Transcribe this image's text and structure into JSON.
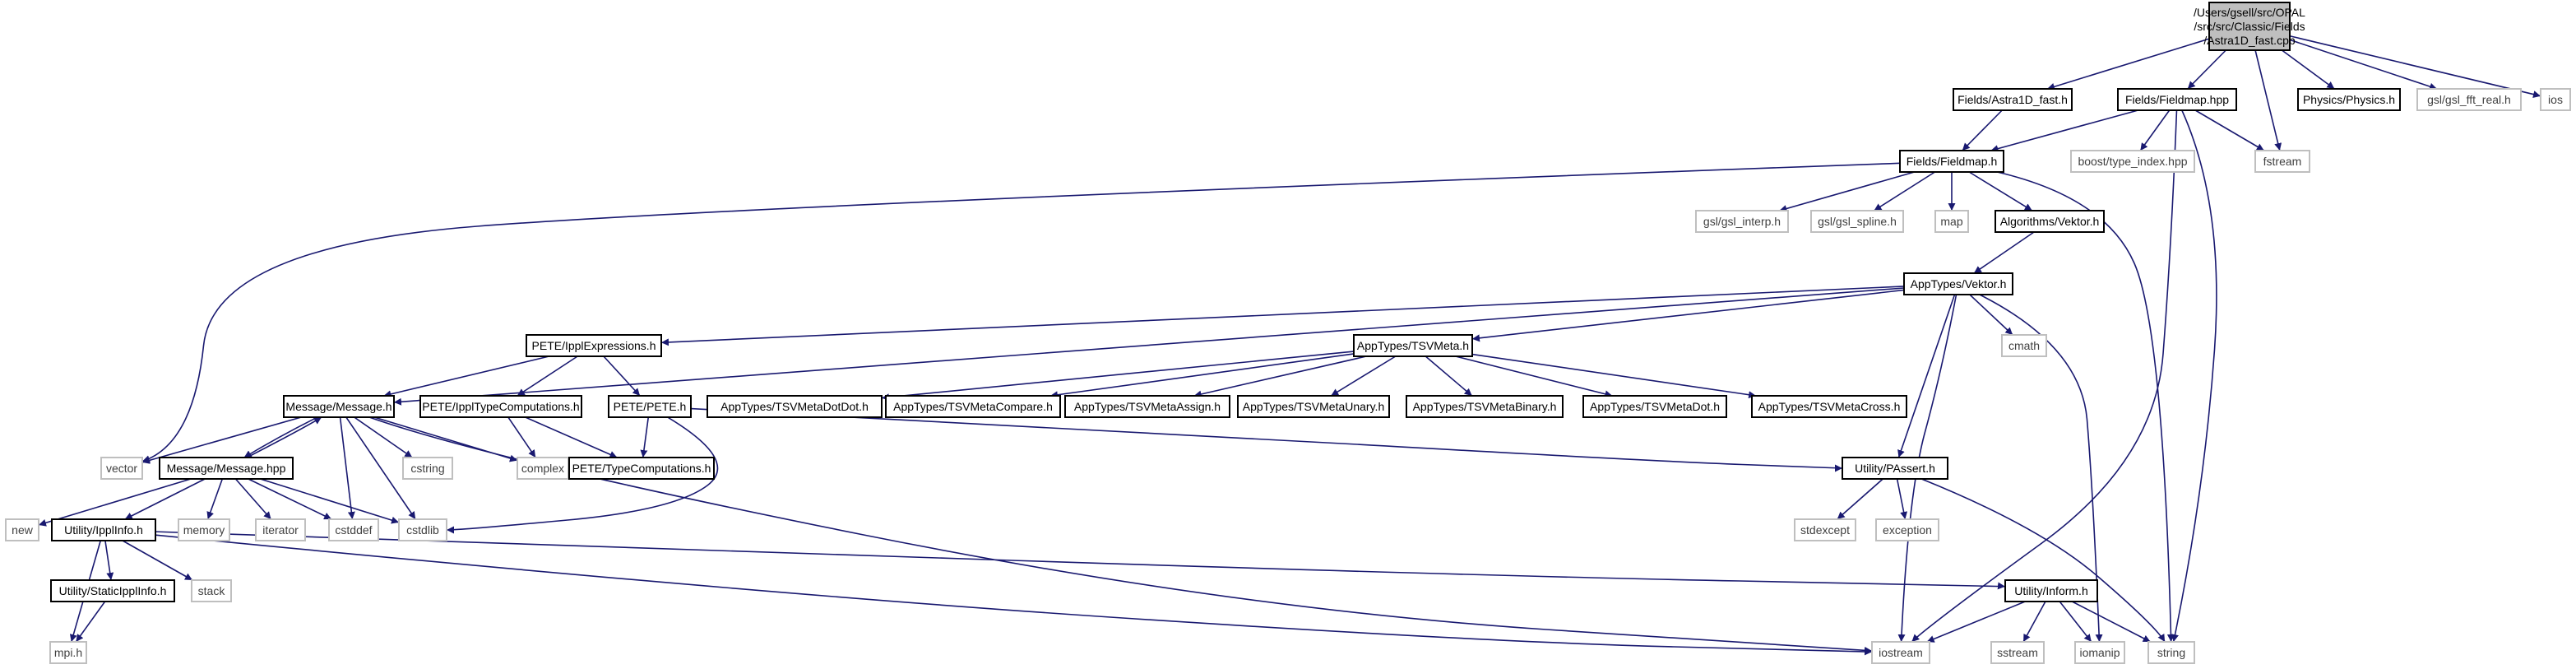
{
  "colors": {
    "edge": "#191970",
    "node_border": "#000000",
    "external_border": "#bfbfbf",
    "external_text": "#404040",
    "root_fill": "#bfbfbf",
    "node_fill": "#ffffff"
  },
  "nodes": [
    {
      "id": "root",
      "label": "/Users/gsell/src/OPAL\n/src/src/Classic/Fields\n/Astra1D_fast.cpp",
      "kind": "root"
    },
    {
      "id": "astra1d_h",
      "label": "Fields/Astra1D_fast.h",
      "kind": "local"
    },
    {
      "id": "fieldmap_hpp",
      "label": "Fields/Fieldmap.hpp",
      "kind": "local"
    },
    {
      "id": "physics_h",
      "label": "Physics/Physics.h",
      "kind": "local"
    },
    {
      "id": "gsl_fft",
      "label": "gsl/gsl_fft_real.h",
      "kind": "external"
    },
    {
      "id": "ios",
      "label": "ios",
      "kind": "external"
    },
    {
      "id": "fieldmap_h",
      "label": "Fields/Fieldmap.h",
      "kind": "local"
    },
    {
      "id": "boost_ti",
      "label": "boost/type_index.hpp",
      "kind": "external"
    },
    {
      "id": "fstream",
      "label": "fstream",
      "kind": "external"
    },
    {
      "id": "gsl_interp",
      "label": "gsl/gsl_interp.h",
      "kind": "external"
    },
    {
      "id": "gsl_spline",
      "label": "gsl/gsl_spline.h",
      "kind": "external"
    },
    {
      "id": "map",
      "label": "map",
      "kind": "external"
    },
    {
      "id": "alg_vektor",
      "label": "Algorithms/Vektor.h",
      "kind": "local"
    },
    {
      "id": "app_vektor",
      "label": "AppTypes/Vektor.h",
      "kind": "local"
    },
    {
      "id": "ippl_expr",
      "label": "PETE/IpplExpressions.h",
      "kind": "local"
    },
    {
      "id": "tsvmeta",
      "label": "AppTypes/TSVMeta.h",
      "kind": "local"
    },
    {
      "id": "cmath",
      "label": "cmath",
      "kind": "external"
    },
    {
      "id": "message_h",
      "label": "Message/Message.h",
      "kind": "local"
    },
    {
      "id": "ippl_tc",
      "label": "PETE/IpplTypeComputations.h",
      "kind": "local"
    },
    {
      "id": "pete_h",
      "label": "PETE/PETE.h",
      "kind": "local"
    },
    {
      "id": "tsv_dotdot",
      "label": "AppTypes/TSVMetaDotDot.h",
      "kind": "local"
    },
    {
      "id": "tsv_compare",
      "label": "AppTypes/TSVMetaCompare.h",
      "kind": "local"
    },
    {
      "id": "tsv_assign",
      "label": "AppTypes/TSVMetaAssign.h",
      "kind": "local"
    },
    {
      "id": "tsv_unary",
      "label": "AppTypes/TSVMetaUnary.h",
      "kind": "local"
    },
    {
      "id": "tsv_binary",
      "label": "AppTypes/TSVMetaBinary.h",
      "kind": "local"
    },
    {
      "id": "tsv_dot",
      "label": "AppTypes/TSVMetaDot.h",
      "kind": "local"
    },
    {
      "id": "tsv_cross",
      "label": "AppTypes/TSVMetaCross.h",
      "kind": "local"
    },
    {
      "id": "vector",
      "label": "vector",
      "kind": "external"
    },
    {
      "id": "message_hpp",
      "label": "Message/Message.hpp",
      "kind": "local"
    },
    {
      "id": "cstring",
      "label": "cstring",
      "kind": "external"
    },
    {
      "id": "complex",
      "label": "complex",
      "kind": "external"
    },
    {
      "id": "pete_tc",
      "label": "PETE/TypeComputations.h",
      "kind": "local"
    },
    {
      "id": "passert",
      "label": "Utility/PAssert.h",
      "kind": "local"
    },
    {
      "id": "new",
      "label": "new",
      "kind": "external"
    },
    {
      "id": "ippl_info",
      "label": "Utility/IpplInfo.h",
      "kind": "local"
    },
    {
      "id": "memory",
      "label": "memory",
      "kind": "external"
    },
    {
      "id": "iterator",
      "label": "iterator",
      "kind": "external"
    },
    {
      "id": "cstddef",
      "label": "cstddef",
      "kind": "external"
    },
    {
      "id": "cstdlib",
      "label": "cstdlib",
      "kind": "external"
    },
    {
      "id": "stdexcept",
      "label": "stdexcept",
      "kind": "external"
    },
    {
      "id": "exception",
      "label": "exception",
      "kind": "external"
    },
    {
      "id": "static_ippl",
      "label": "Utility/StaticIpplInfo.h",
      "kind": "local"
    },
    {
      "id": "stack",
      "label": "stack",
      "kind": "external"
    },
    {
      "id": "inform",
      "label": "Utility/Inform.h",
      "kind": "local"
    },
    {
      "id": "mpi_h",
      "label": "mpi.h",
      "kind": "external"
    },
    {
      "id": "iostream",
      "label": "iostream",
      "kind": "external"
    },
    {
      "id": "sstream",
      "label": "sstream",
      "kind": "external"
    },
    {
      "id": "iomanip",
      "label": "iomanip",
      "kind": "external"
    },
    {
      "id": "string",
      "label": "string",
      "kind": "external"
    }
  ],
  "edges": [
    [
      "root",
      "astra1d_h"
    ],
    [
      "root",
      "fieldmap_hpp"
    ],
    [
      "root",
      "physics_h"
    ],
    [
      "root",
      "gsl_fft"
    ],
    [
      "root",
      "ios"
    ],
    [
      "root",
      "fstream"
    ],
    [
      "astra1d_h",
      "fieldmap_h"
    ],
    [
      "fieldmap_hpp",
      "fieldmap_h"
    ],
    [
      "fieldmap_hpp",
      "boost_ti"
    ],
    [
      "fieldmap_hpp",
      "fstream"
    ],
    [
      "fieldmap_hpp",
      "iostream"
    ],
    [
      "fieldmap_hpp",
      "string"
    ],
    [
      "fieldmap_h",
      "vector"
    ],
    [
      "fieldmap_h",
      "gsl_interp"
    ],
    [
      "fieldmap_h",
      "gsl_spline"
    ],
    [
      "fieldmap_h",
      "map"
    ],
    [
      "fieldmap_h",
      "alg_vektor"
    ],
    [
      "fieldmap_h",
      "string"
    ],
    [
      "alg_vektor",
      "app_vektor"
    ],
    [
      "app_vektor",
      "message_h"
    ],
    [
      "app_vektor",
      "ippl_expr"
    ],
    [
      "app_vektor",
      "tsvmeta"
    ],
    [
      "app_vektor",
      "cmath"
    ],
    [
      "app_vektor",
      "iomanip"
    ],
    [
      "app_vektor",
      "passert"
    ],
    [
      "app_vektor",
      "iostream"
    ],
    [
      "ippl_expr",
      "message_h"
    ],
    [
      "ippl_expr",
      "ippl_tc"
    ],
    [
      "ippl_expr",
      "pete_h"
    ],
    [
      "tsvmeta",
      "tsv_dotdot"
    ],
    [
      "tsvmeta",
      "tsv_compare"
    ],
    [
      "tsvmeta",
      "tsv_assign"
    ],
    [
      "tsvmeta",
      "tsv_unary"
    ],
    [
      "tsvmeta",
      "tsv_binary"
    ],
    [
      "tsvmeta",
      "tsv_dot"
    ],
    [
      "tsvmeta",
      "tsv_cross"
    ],
    [
      "message_h",
      "vector"
    ],
    [
      "message_h",
      "message_hpp"
    ],
    [
      "message_h",
      "cstring"
    ],
    [
      "message_h",
      "complex"
    ],
    [
      "message_h",
      "cstddef"
    ],
    [
      "message_h",
      "cstdlib"
    ],
    [
      "message_h",
      "iostream"
    ],
    [
      "ippl_tc",
      "complex"
    ],
    [
      "ippl_tc",
      "pete_tc"
    ],
    [
      "pete_h",
      "pete_tc"
    ],
    [
      "pete_h",
      "cstdlib"
    ],
    [
      "pete_h",
      "passert"
    ],
    [
      "message_hpp",
      "message_h"
    ],
    [
      "message_hpp",
      "new"
    ],
    [
      "message_hpp",
      "ippl_info"
    ],
    [
      "message_hpp",
      "memory"
    ],
    [
      "message_hpp",
      "iterator"
    ],
    [
      "message_hpp",
      "cstddef"
    ],
    [
      "message_hpp",
      "cstdlib"
    ],
    [
      "passert",
      "stdexcept"
    ],
    [
      "passert",
      "exception"
    ],
    [
      "passert",
      "string"
    ],
    [
      "ippl_info",
      "static_ippl"
    ],
    [
      "ippl_info",
      "stack"
    ],
    [
      "ippl_info",
      "inform"
    ],
    [
      "ippl_info",
      "mpi_h"
    ],
    [
      "ippl_info",
      "iostream"
    ],
    [
      "static_ippl",
      "mpi_h"
    ],
    [
      "inform",
      "iostream"
    ],
    [
      "inform",
      "sstream"
    ],
    [
      "inform",
      "iomanip"
    ],
    [
      "inform",
      "string"
    ]
  ]
}
